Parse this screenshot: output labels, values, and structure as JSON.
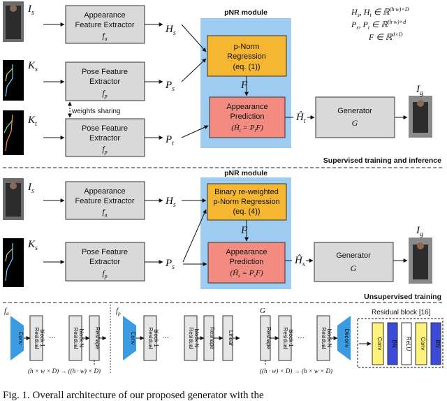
{
  "top": {
    "module_title": "pNR module",
    "legend": [
      "H_s, H_t ∈ ℝ^{(h·w)×D}",
      "P_s, P_t ∈ ℝ^{(h·w)×d}",
      "F ∈ ℝ^{d×D}"
    ],
    "appearance_extractor": [
      "Appearance",
      "Feature Extractor",
      "f_a"
    ],
    "pose_extractor_s": [
      "Pose Feature",
      "Extractor",
      "f_p"
    ],
    "pose_extractor_t": [
      "Pose Feature",
      "Extractor",
      "f_p"
    ],
    "weights_sharing": "weights sharing",
    "regression": [
      "p-Norm",
      "Regression",
      "(eq. (1))"
    ],
    "prediction": [
      "Appearance",
      "Prediction",
      "(Ĥ_t = P_t F)"
    ],
    "generator": [
      "Generator",
      "G"
    ],
    "labels": {
      "Is": "I_s",
      "Ks": "K_s",
      "Kt": "K_t",
      "Hs": "H_s",
      "Ps": "P_s",
      "Pt": "P_t",
      "F": "F",
      "Ht": "Ĥ_t",
      "Ig": "I_g"
    },
    "caption": "Supervised training and inference"
  },
  "bottom": {
    "module_title": "pNR module",
    "appearance_extractor": [
      "Appearance",
      "Feature Extractor",
      "f_a"
    ],
    "pose_extractor": [
      "Pose Feature",
      "Extractor",
      "f_p"
    ],
    "regression": [
      "Binary re-weighted",
      "p-Norm Regression",
      "(eq. (4))"
    ],
    "prediction": [
      "Appearance",
      "Prediction",
      "(Ĥ_s = P_s F)"
    ],
    "generator": [
      "Generator",
      "G"
    ],
    "labels": {
      "Is": "I_s",
      "Ks": "K_s",
      "Hs": "H_s",
      "Ps": "P_s",
      "F": "F",
      "Hs_hat": "Ĥ_s",
      "Ig": "I_g"
    },
    "caption": "Unsupervised training"
  },
  "arch": {
    "fa": {
      "label": "f_a",
      "blocks": [
        "Conv",
        "Residual block 1",
        "Residual block N",
        "Reshape"
      ],
      "note": "(h × w × D) → ((h · w) × D)"
    },
    "fp": {
      "label": "f_p",
      "blocks": [
        "Conv",
        "Residual block 1",
        "Residual block N",
        "Reshape",
        "Linear"
      ]
    },
    "g": {
      "label": "G",
      "blocks": [
        "Reshape",
        "Residual block 1",
        "Residual block N",
        "Deconv"
      ],
      "note": "((h · w) × D) → (h × w × D)"
    },
    "res": {
      "title": "Residual block [16]",
      "layers": [
        "Conv",
        "BN",
        "ReLU",
        "Conv",
        "BN"
      ]
    }
  },
  "figure_caption": "Fig. 1.  Overall architecture of our proposed generator with the"
}
